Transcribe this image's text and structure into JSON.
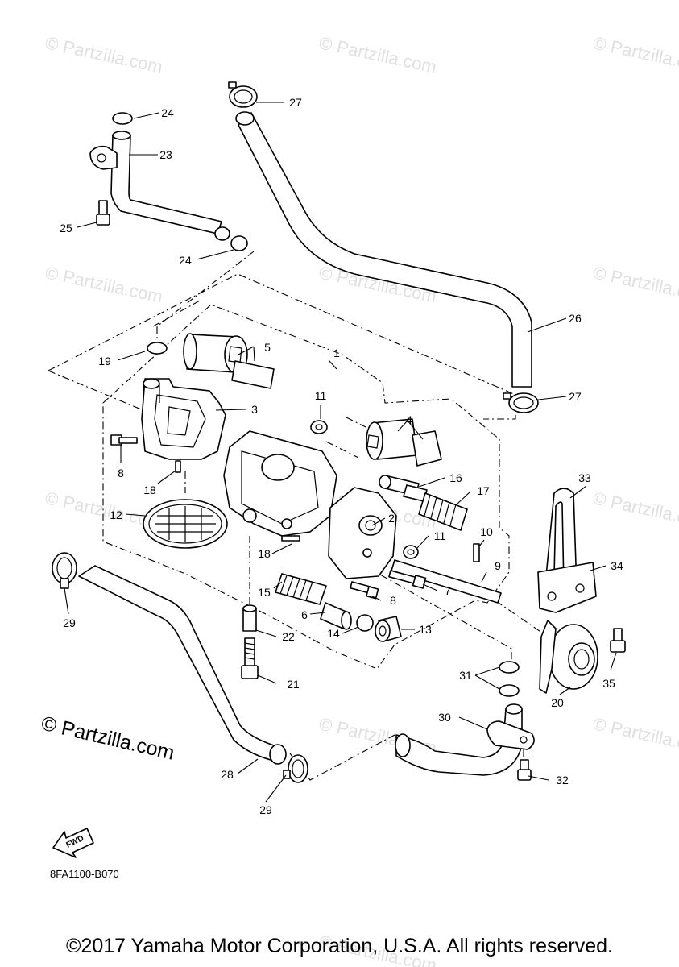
{
  "watermark": "© Partzilla.com",
  "brand_mark": "© Partzilla.com",
  "diagram_code": "8FA1100-B070",
  "fwd_label": "FWD",
  "copyright": "©2017 Yamaha Motor Corporation, U.S.A. All rights reserved.",
  "callouts": {
    "c1": "1",
    "c2": "2",
    "c3": "3",
    "c4": "4",
    "c5": "5",
    "c6": "6",
    "c7": "7",
    "c8a": "8",
    "c8b": "8",
    "c9": "9",
    "c10": "10",
    "c11a": "11",
    "c11b": "11",
    "c12": "12",
    "c13": "13",
    "c14": "14",
    "c15": "15",
    "c16": "16",
    "c17": "17",
    "c18a": "18",
    "c18b": "18",
    "c19": "19",
    "c20": "20",
    "c21": "21",
    "c22": "22",
    "c23": "23",
    "c24a": "24",
    "c24b": "24",
    "c25": "25",
    "c26": "26",
    "c27a": "27",
    "c27b": "27",
    "c28": "28",
    "c29a": "29",
    "c29b": "29",
    "c30": "30",
    "c31": "31",
    "c32": "32",
    "c33": "33",
    "c34": "34",
    "c35": "35"
  }
}
